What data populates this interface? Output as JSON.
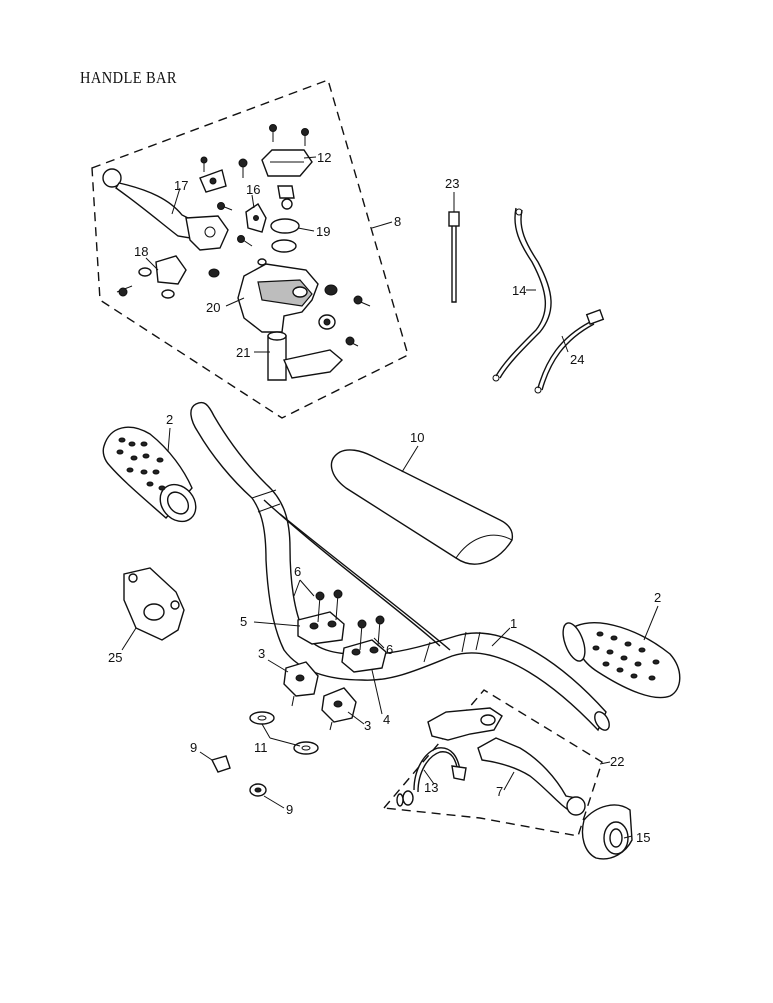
{
  "diagram": {
    "title": "HANDLE BAR",
    "callouts": [
      {
        "id": "1",
        "label": "1"
      },
      {
        "id": "2a",
        "label": "2"
      },
      {
        "id": "2b",
        "label": "2"
      },
      {
        "id": "3a",
        "label": "3"
      },
      {
        "id": "3b",
        "label": "3"
      },
      {
        "id": "4",
        "label": "4"
      },
      {
        "id": "5",
        "label": "5"
      },
      {
        "id": "6a",
        "label": "6"
      },
      {
        "id": "6b",
        "label": "6"
      },
      {
        "id": "7",
        "label": "7"
      },
      {
        "id": "8",
        "label": "8"
      },
      {
        "id": "9a",
        "label": "9"
      },
      {
        "id": "9b",
        "label": "9"
      },
      {
        "id": "10",
        "label": "10"
      },
      {
        "id": "11",
        "label": "11"
      },
      {
        "id": "12",
        "label": "12"
      },
      {
        "id": "13",
        "label": "13"
      },
      {
        "id": "14",
        "label": "14"
      },
      {
        "id": "15",
        "label": "15"
      },
      {
        "id": "16",
        "label": "16"
      },
      {
        "id": "17",
        "label": "17"
      },
      {
        "id": "18",
        "label": "18"
      },
      {
        "id": "19",
        "label": "19"
      },
      {
        "id": "20",
        "label": "20"
      },
      {
        "id": "21",
        "label": "21"
      },
      {
        "id": "22",
        "label": "22"
      },
      {
        "id": "23",
        "label": "23"
      },
      {
        "id": "24",
        "label": "24"
      },
      {
        "id": "25",
        "label": "25"
      }
    ]
  }
}
